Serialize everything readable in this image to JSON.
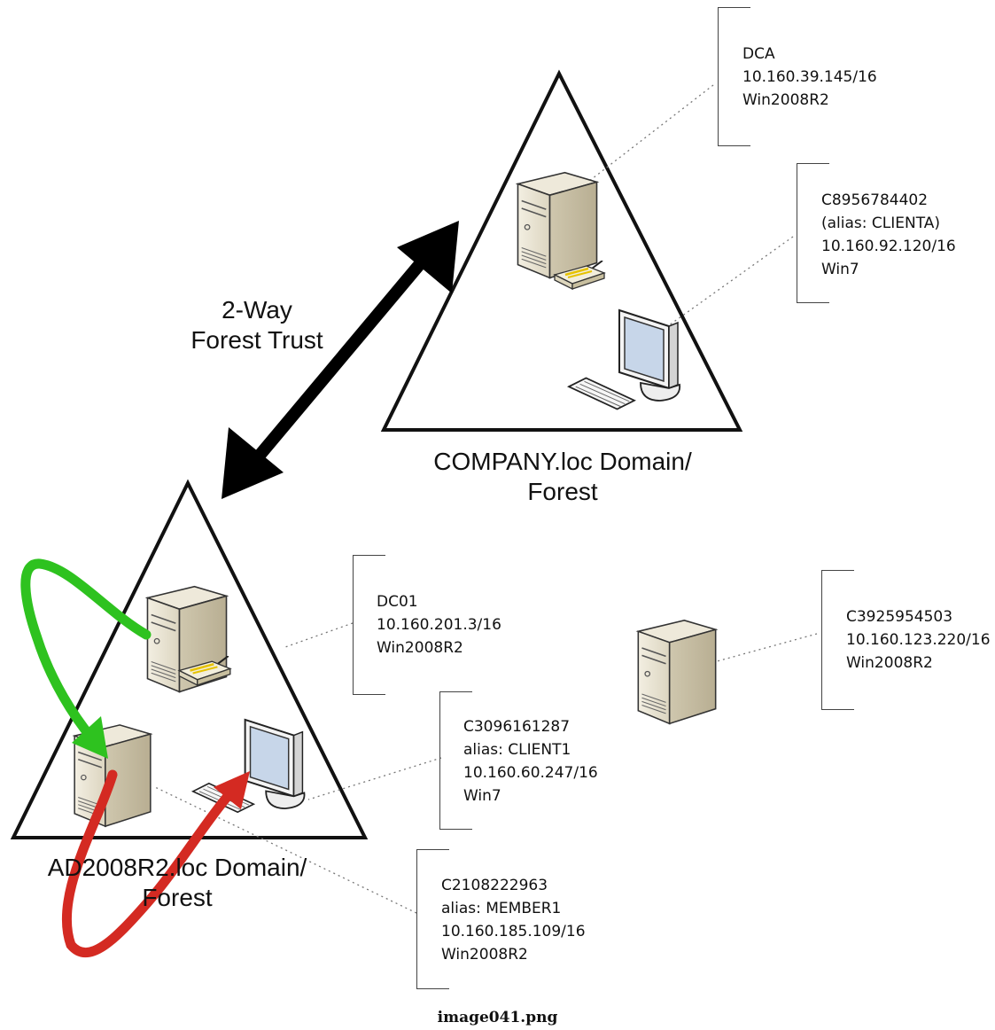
{
  "trust": {
    "line1": "2-Way",
    "line2": "Forest Trust"
  },
  "forests": [
    {
      "line1": "COMPANY.loc Domain/",
      "line2": "Forest"
    },
    {
      "line1": "AD2008R2.loc Domain/",
      "line2": "Forest"
    }
  ],
  "hosts": {
    "dca": [
      "DCA",
      "10.160.39.145/16",
      "Win2008R2"
    ],
    "clienta": [
      "C8956784402",
      "(alias: CLIENTA)",
      "10.160.92.120/16",
      "Win7"
    ],
    "dc01": [
      "DC01",
      "10.160.201.3/16",
      "Win2008R2"
    ],
    "c3925": [
      "C3925954503",
      "10.160.123.220/16",
      "Win2008R2"
    ],
    "client1": [
      "C3096161287",
      "alias: CLIENT1",
      "10.160.60.247/16",
      "Win7"
    ],
    "member1": [
      "C2108222963",
      "alias: MEMBER1",
      "10.160.185.109/16",
      "Win2008R2"
    ]
  },
  "caption": "image041.png",
  "colors": {
    "green_arrow": "#2ec21f",
    "red_arrow": "#d42a22",
    "trust_arrow": "#000000"
  },
  "icons": [
    "server-icon",
    "router-icon",
    "monitor-icon",
    "keyboard-icon"
  ]
}
